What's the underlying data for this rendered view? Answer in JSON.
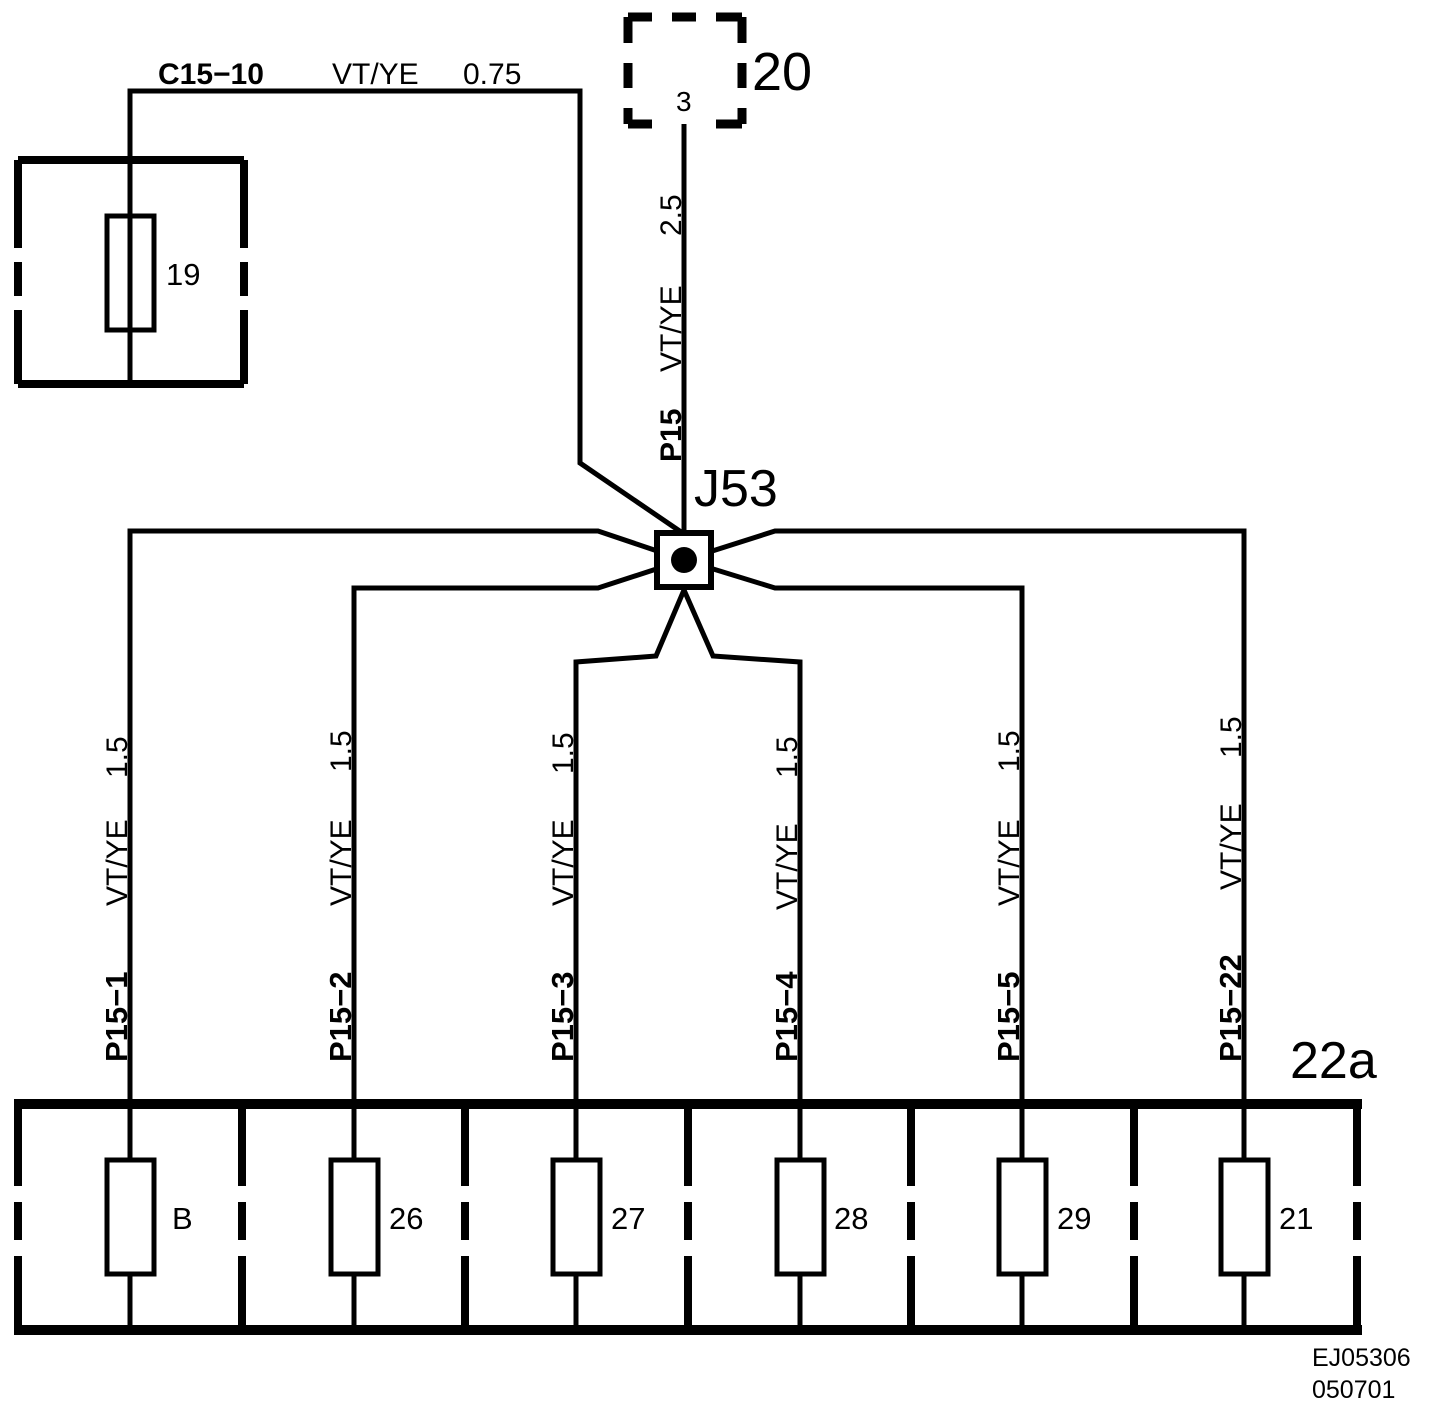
{
  "colors": {
    "ink": "#000000",
    "paper": "#ffffff"
  },
  "components": {
    "fuse_19": "19",
    "connector_20": "20",
    "connector_20_pin": "3",
    "splice": "J53",
    "fuse_box": "22a",
    "fuses": [
      "B",
      "26",
      "27",
      "28",
      "29",
      "21"
    ]
  },
  "wires": {
    "c15_10": {
      "circuit": "C15−10",
      "color": "VT/YE",
      "size": "0.75"
    },
    "p15": {
      "circuit": "P15",
      "color": "VT/YE",
      "size": "2.5"
    },
    "branches": [
      {
        "circuit": "P15−1",
        "color": "VT/YE",
        "size": "1.5"
      },
      {
        "circuit": "P15−2",
        "color": "VT/YE",
        "size": "1.5"
      },
      {
        "circuit": "P15−3",
        "color": "VT/YE",
        "size": "1.5"
      },
      {
        "circuit": "P15−4",
        "color": "VT/YE",
        "size": "1.5"
      },
      {
        "circuit": "P15−5",
        "color": "VT/YE",
        "size": "1.5"
      },
      {
        "circuit": "P15−22",
        "color": "VT/YE",
        "size": "1.5"
      }
    ]
  },
  "reference": {
    "code": "EJ05306",
    "date": "050701"
  }
}
